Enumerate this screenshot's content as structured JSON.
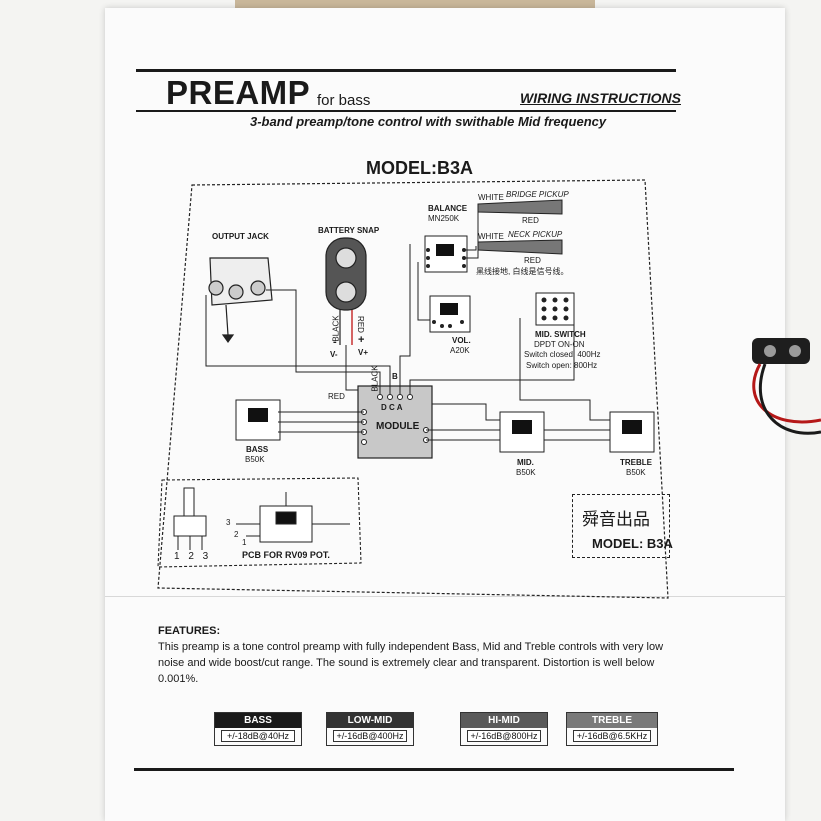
{
  "header": {
    "title": "PREAMP",
    "title_suffix": "for bass",
    "doc_type": "WIRING INSTRUCTIONS",
    "subtitle": "3-band preamp/tone control with swithable Mid frequency",
    "model": "MODEL:B3A"
  },
  "diagram": {
    "output_jack": "OUTPUT JACK",
    "battery_snap": "BATTERY SNAP",
    "battery_black": "BLACK",
    "battery_red": "RED",
    "battery_minus": "-",
    "battery_plus": "+",
    "battery_v_minus": "V-",
    "battery_v_plus": "V+",
    "balance": "BALANCE",
    "balance_value": "MN250K",
    "white1": "WHITE",
    "bridge_pickup": "BRIDGE PICKUP",
    "red1": "RED",
    "white2": "WHITE",
    "neck_pickup": "NECK PICKUP",
    "red2": "RED",
    "chinese_note": "黑线接地, 白线是信号线。",
    "vol": "VOL.",
    "vol_value": "A20K",
    "mid_switch": "MID. SWITCH",
    "mid_switch_type": "DPDT ON-ON",
    "switch_closed": "Switch closed: 400Hz",
    "switch_open": "Switch open: 800Hz",
    "module_red": "RED",
    "module_black": "BLACK",
    "module_b": "B",
    "module_pins": "D C A",
    "module": "MODULE",
    "bass": "BASS",
    "bass_value": "B50K",
    "mid": "MID.",
    "mid_value": "B50K",
    "treble": "TREBLE",
    "treble_value": "B50K",
    "pot_pins": "1 2 3",
    "pcb_label": "PCB FOR RV09 POT.",
    "pcb_pin_1": "1",
    "pcb_pin_2": "2",
    "pcb_pin_3": "3",
    "brand": "舜音出品",
    "brand_model": "MODEL: B3A"
  },
  "features": {
    "heading": "FEATURES:",
    "text": "This preamp is a tone control preamp with fully independent Bass, Mid and Treble controls with very low noise and wide boost/cut range. The sound is extremely clear and transparent. Distortion is well below 0.001%."
  },
  "bands": [
    {
      "name": "BASS",
      "value": "+/-18dB@40Hz",
      "color": "#1a1a1a"
    },
    {
      "name": "LOW-MID",
      "value": "+/-16dB@400Hz",
      "color": "#333333"
    },
    {
      "name": "HI-MID",
      "value": "+/-16dB@800Hz",
      "color": "#5a5a5a"
    },
    {
      "name": "TREBLE",
      "value": "+/-16dB@6.5KHz",
      "color": "#7a7a7a"
    }
  ]
}
